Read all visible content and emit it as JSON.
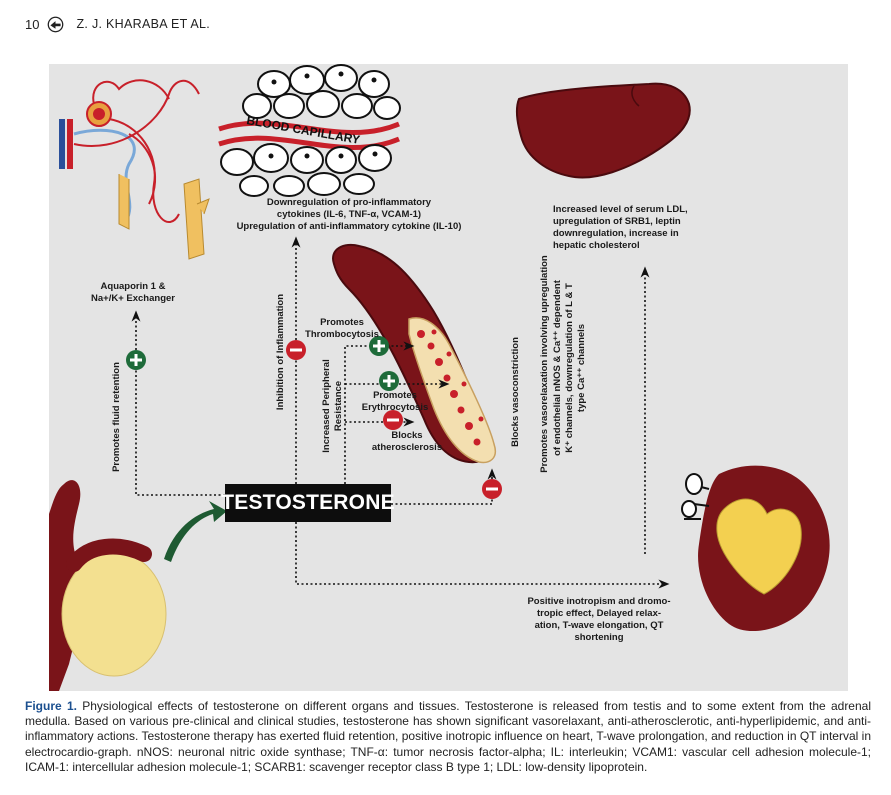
{
  "header": {
    "page_number": "10",
    "authors": "Z. J. KHARABA ET AL."
  },
  "figure": {
    "central_label": "TESTOSTERONE",
    "capillary_label": "BLOOD CAPILLARY",
    "kidney_text": "Aquaporin 1 &\nNa+/K+ Exchanger",
    "cytokine_text": "Downregulation of pro-inflammatory\ncytokines (IL-6, TNF-α, VCAM-1)\nUpregulation of anti-inflammatory cytokine (IL-10)",
    "liver_text": "Increased level of serum LDL,\nupregulation of SRB1, leptin\ndownregulation, increase in\nhepatic cholesterol",
    "heart_text": "Positive inotropism and dromo-\ntropic effect, Delayed relax-\nation, T-wave elongation, QT\nshortening",
    "fluid_retention": "Promotes fluid retention",
    "inhibition_inflammation": "Inhibition of Inflammation",
    "peripheral_resistance": "Increased Peripheral\nResistance",
    "thrombocytosis": "Promotes\nThrombocytosis",
    "erythrocytosis": "Promotes\nErythrocytosis",
    "atherosclerosis": "Blocks\natherosclerosis",
    "vaso_text_1": "Blocks vasoconstriction",
    "vaso_text_2": "Promotes vasorelaxation involving upregulation",
    "vaso_text_3": "of endothelial nNOS & Ca⁺⁺ dependent",
    "vaso_text_4": "K⁺ channels, downregulation of L & T",
    "vaso_text_5": "type Ca⁺⁺ channels"
  },
  "caption": {
    "label": "Figure 1.",
    "text": " Physiological effects of testosterone on different organs and tissues. Testosterone is released from testis and to some extent from the adrenal medulla. Based on various pre-clinical and clinical studies, testosterone has shown significant vasorelaxant, anti-atherosclerotic, anti-hyperlipidemic, and anti-inflammatory actions. Testosterone therapy has exerted fluid retention, positive inotropic influence on heart, T-wave prolongation, and reduction in QT interval in electrocardio-graph. nNOS: neuronal nitric oxide synthase; TNF-α: tumor necrosis factor-alpha; IL: interleukin; VCAM1: vascular cell adhesion molecule-1; ICAM-1: intercellular adhesion molecule-1; SCARB1: scavenger receptor class B type 1; LDL: low-density lipoprotein."
  },
  "colors": {
    "organ_red": "#7a1419",
    "figure_bg": "#e4e4e4",
    "plus_green": "#1e6b3a",
    "minus_red": "#c8202a",
    "caption_blue": "#1b4f8f"
  }
}
